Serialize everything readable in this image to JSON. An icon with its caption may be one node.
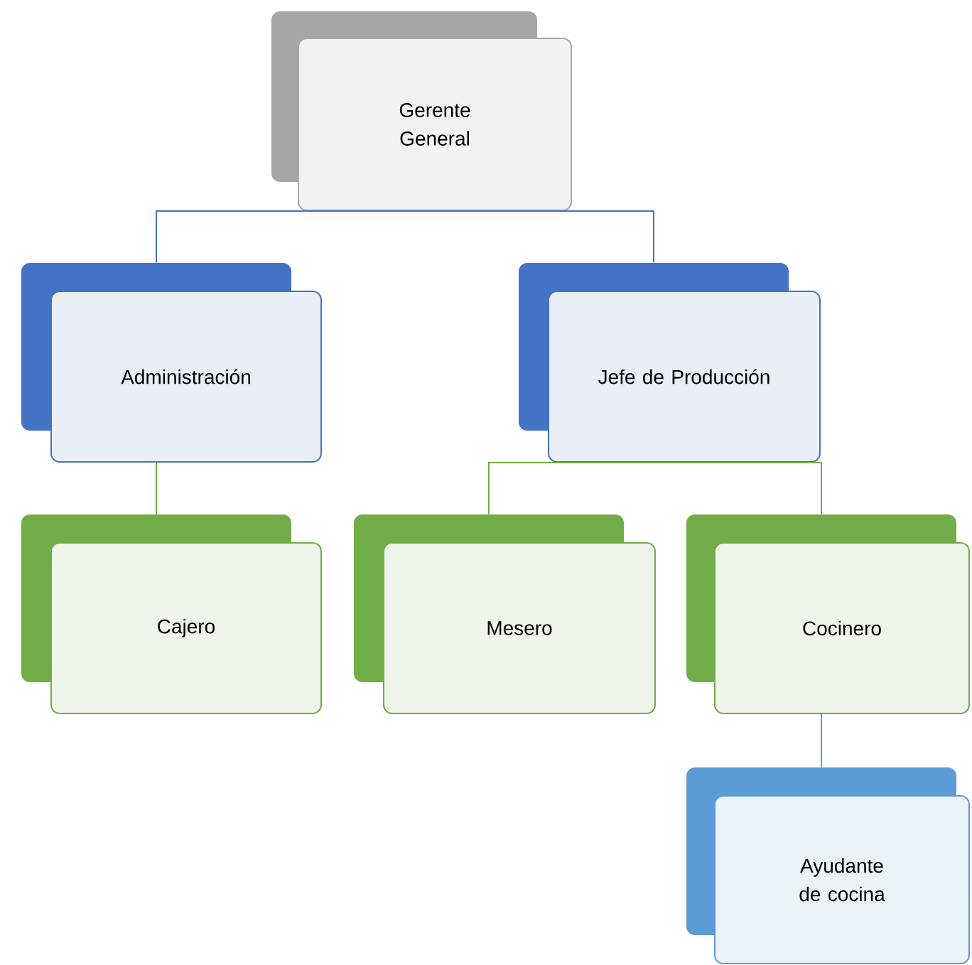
{
  "diagram": {
    "nodes": [
      {
        "text": [
          "Gerente General"
        ]
      },
      {
        "text": [
          "Administración"
        ]
      },
      {
        "text": [
          "Jefe de Producción"
        ]
      },
      {
        "text": [
          "Cajero"
        ]
      },
      {
        "text": [
          "Mesero"
        ]
      },
      {
        "text": [
          "Cocinero"
        ]
      },
      {
        "text": [
          "Ayudante de cocina"
        ]
      }
    ],
    "edges": [
      {
        "from": 0,
        "to": 1,
        "arrow": "none",
        "color": "#4472c4"
      },
      {
        "from": 0,
        "to": 2,
        "arrow": "none",
        "color": "#4472c4"
      },
      {
        "from": 1,
        "to": 3,
        "arrow": "none"
      },
      {
        "from": 2,
        "to": 4,
        "arrow": "none"
      },
      {
        "from": 2,
        "to": 5,
        "arrow": "none"
      },
      {
        "from": 5,
        "to": 6,
        "arrow": "none",
        "color": "#5b9bd5"
      }
    ]
  }
}
